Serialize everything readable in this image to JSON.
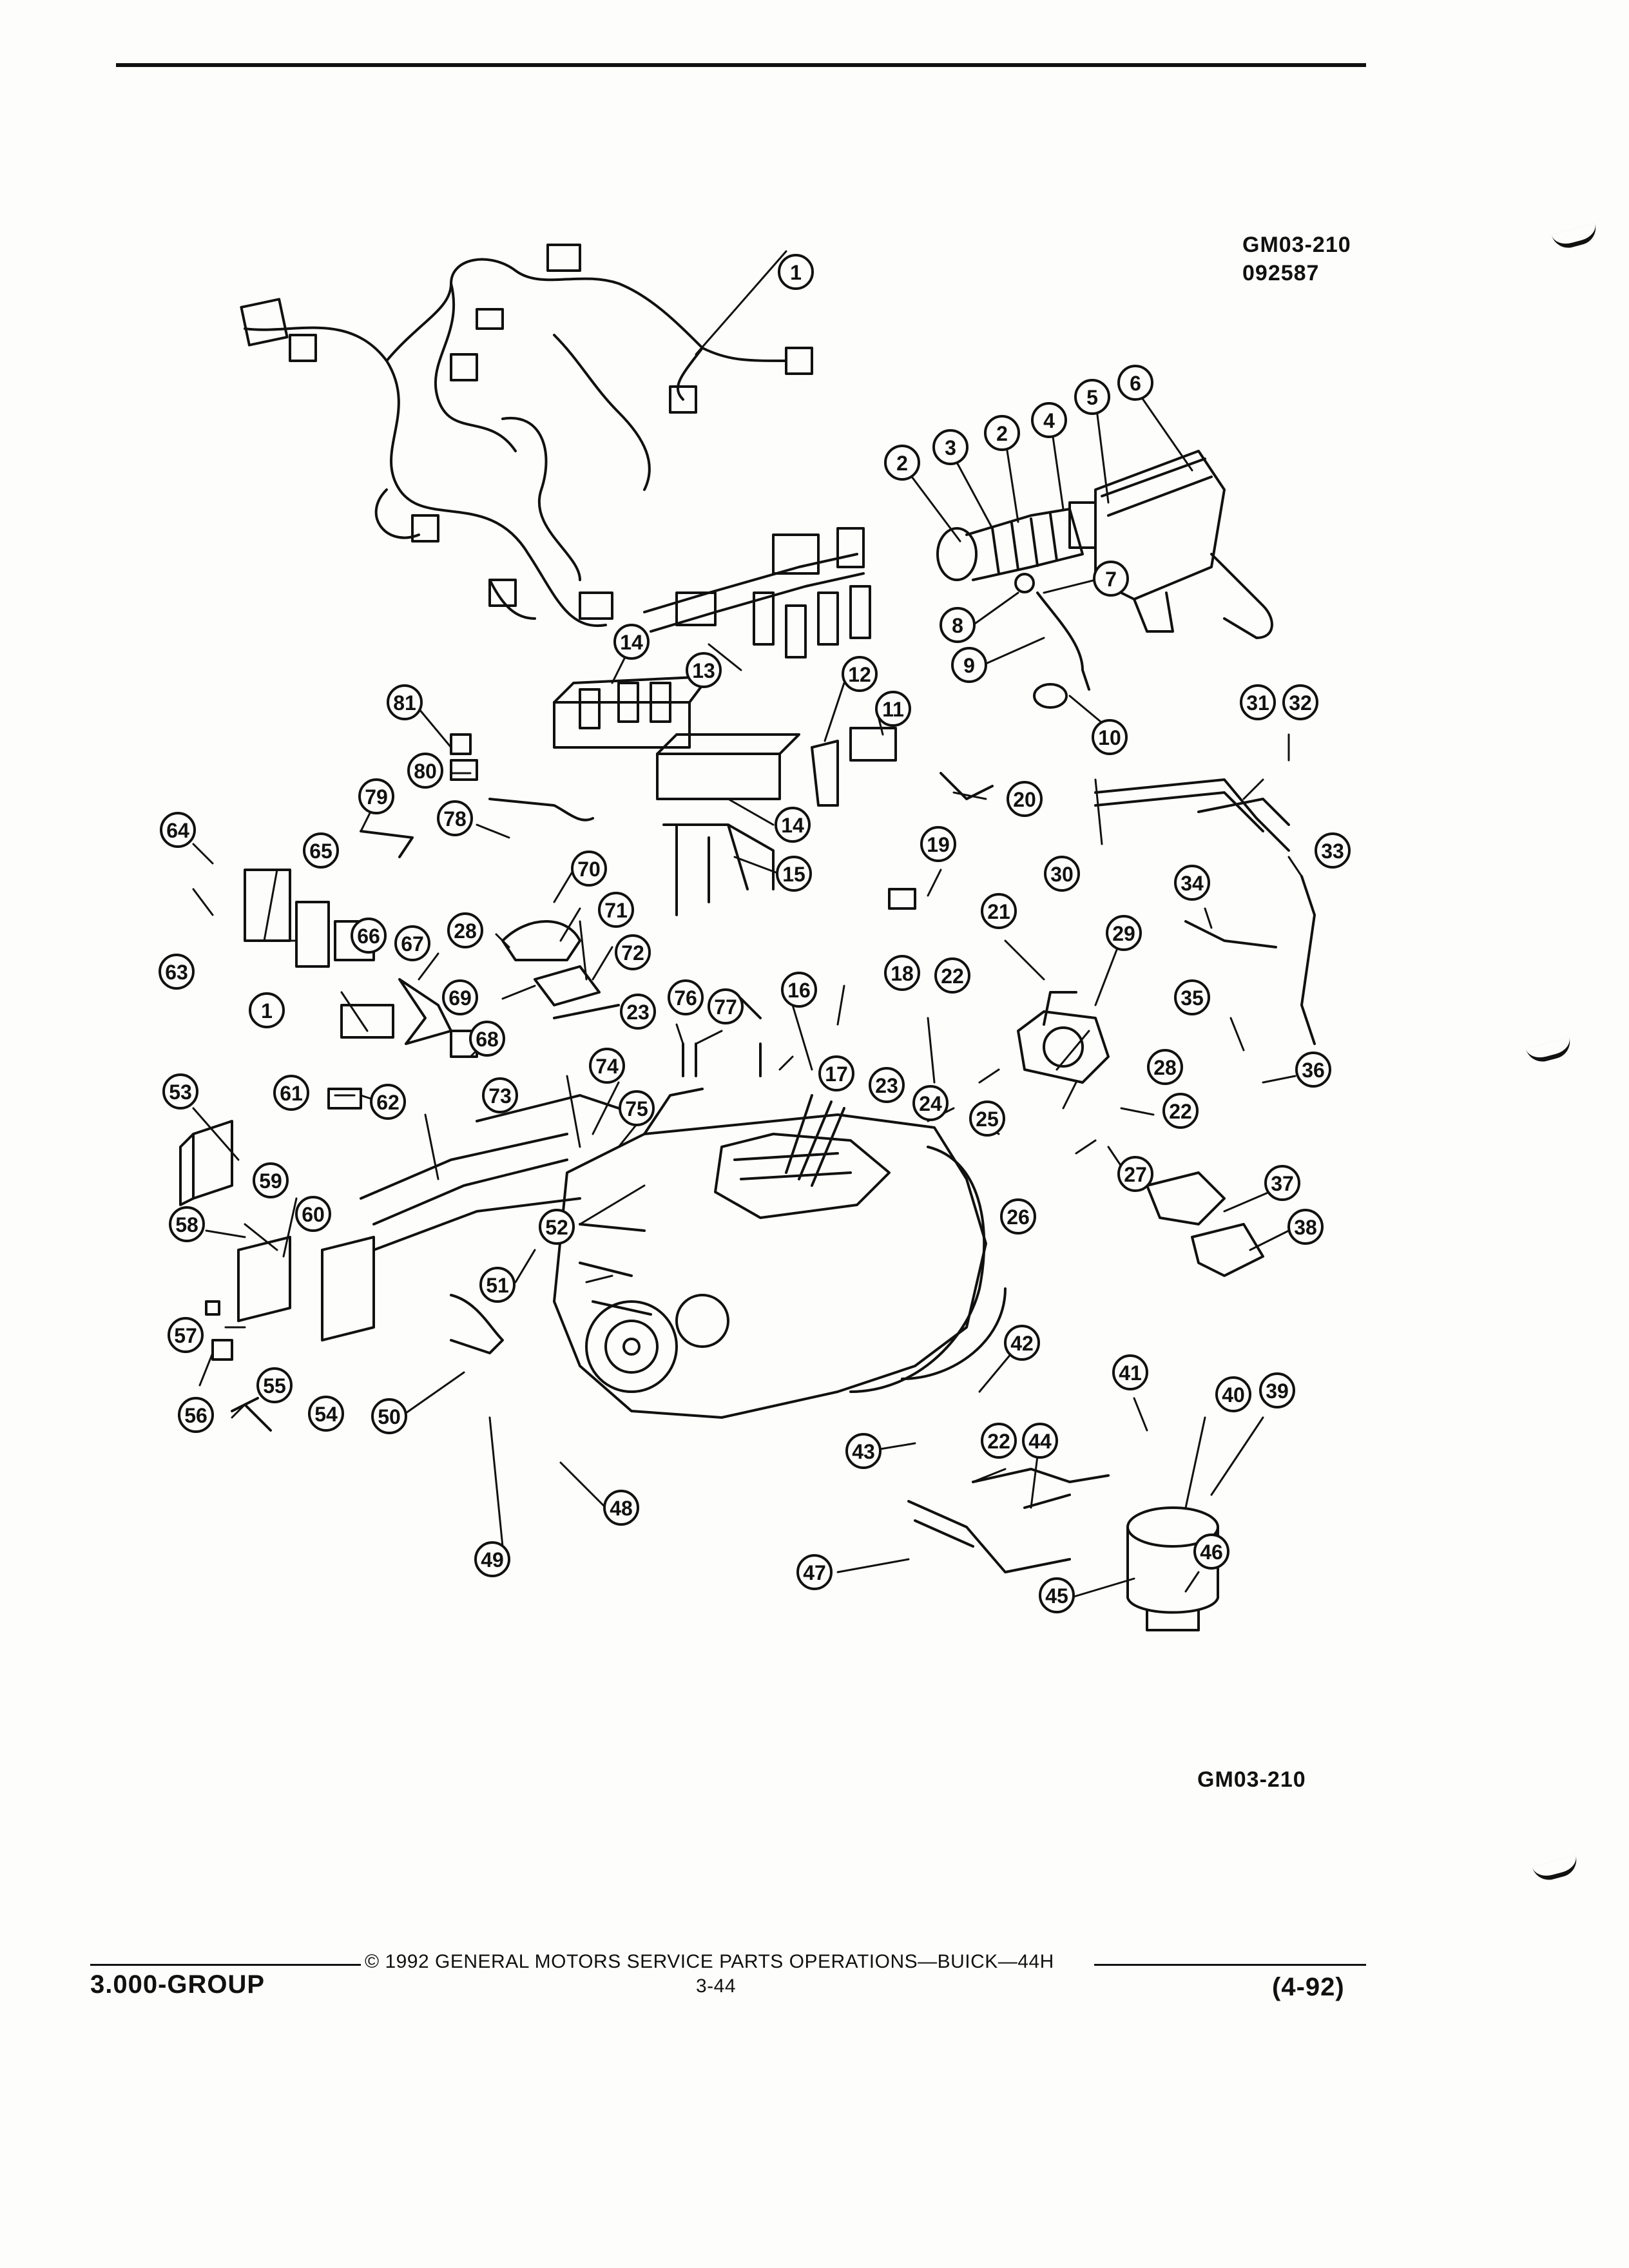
{
  "header": {
    "figure_code": "GM03-210",
    "figure_date": "092587"
  },
  "callouts": [
    "1",
    "1",
    "2",
    "2",
    "3",
    "4",
    "5",
    "6",
    "7",
    "8",
    "9",
    "10",
    "11",
    "12",
    "13",
    "14",
    "14",
    "15",
    "16",
    "17",
    "18",
    "19",
    "20",
    "21",
    "22",
    "22",
    "22",
    "23",
    "23",
    "24",
    "25",
    "26",
    "27",
    "28",
    "28",
    "29",
    "30",
    "31",
    "32",
    "33",
    "34",
    "35",
    "36",
    "37",
    "38",
    "39",
    "40",
    "41",
    "42",
    "43",
    "44",
    "45",
    "46",
    "47",
    "48",
    "49",
    "50",
    "51",
    "52",
    "53",
    "54",
    "55",
    "56",
    "57",
    "58",
    "59",
    "60",
    "61",
    "62",
    "63",
    "64",
    "65",
    "66",
    "67",
    "68",
    "69",
    "70",
    "71",
    "72",
    "73",
    "74",
    "75",
    "76",
    "77",
    "78",
    "79",
    "80",
    "81"
  ],
  "figure_code_bottom": "GM03-210",
  "footer": {
    "copyright": "© 1992 GENERAL MOTORS SERVICE PARTS OPERATIONS—BUICK—44H",
    "group": "3.000-GROUP",
    "page": "3-44",
    "revision": "(4-92)"
  }
}
